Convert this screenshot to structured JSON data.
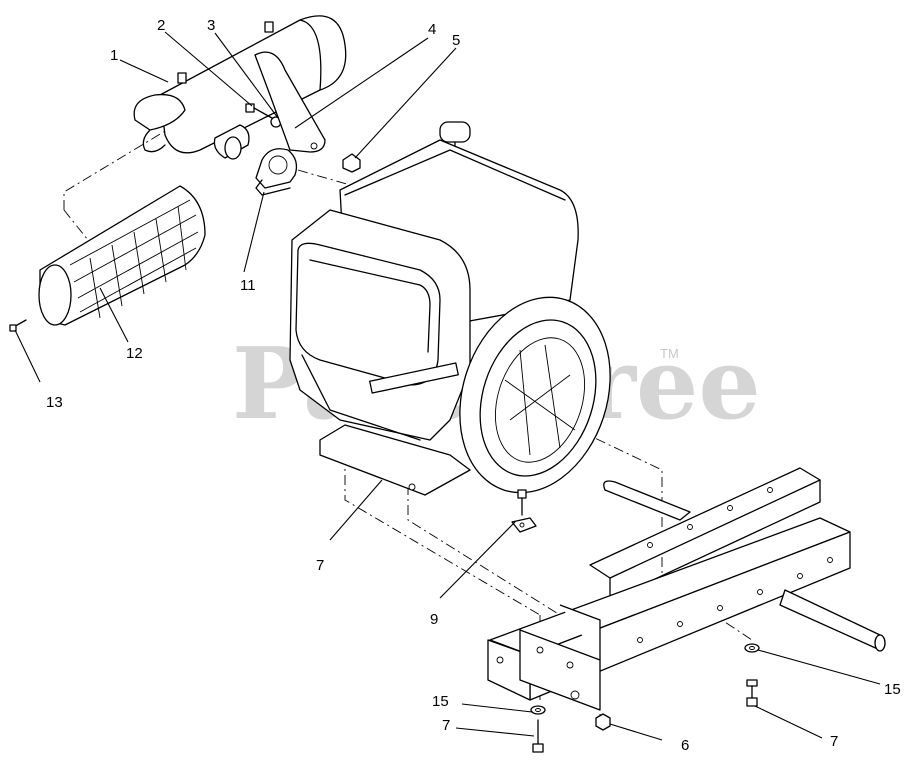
{
  "watermark": {
    "text": "PartsTree",
    "tm": "TM",
    "color": "#c8c8c8"
  },
  "callouts": [
    {
      "id": "c1",
      "text": "1"
    },
    {
      "id": "c2",
      "text": "2"
    },
    {
      "id": "c3",
      "text": "3"
    },
    {
      "id": "c4",
      "text": "4"
    },
    {
      "id": "c5",
      "text": "5"
    },
    {
      "id": "c11",
      "text": "11"
    },
    {
      "id": "c12",
      "text": "12"
    },
    {
      "id": "c13",
      "text": "13"
    },
    {
      "id": "c7a",
      "text": "7"
    },
    {
      "id": "c9",
      "text": "9"
    },
    {
      "id": "c15a",
      "text": "15"
    },
    {
      "id": "c7b",
      "text": "7"
    },
    {
      "id": "c6",
      "text": "6"
    },
    {
      "id": "c15b",
      "text": "15"
    },
    {
      "id": "c7c",
      "text": "7"
    }
  ]
}
